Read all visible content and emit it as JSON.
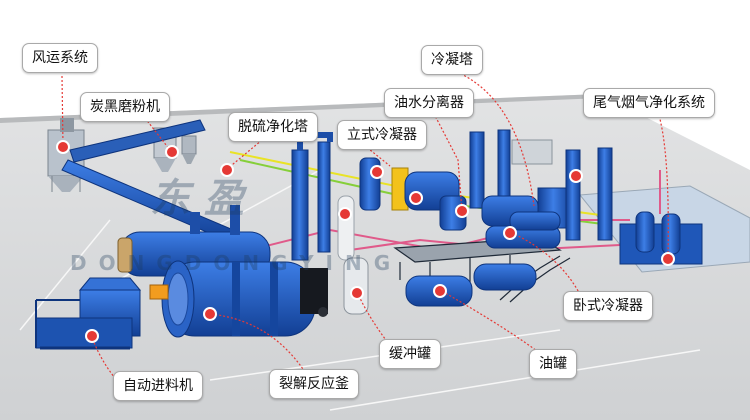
{
  "watermark": "东盈 DONGDONGYING",
  "labels": {
    "wind_transport_system": "风运系统",
    "carbon_black_grinder": "炭黑磨粉机",
    "desulfurization_tower": "脱硫净化塔",
    "vertical_condenser": "立式冷凝器",
    "oil_water_separator": "油水分离器",
    "condensing_tower": "冷凝塔",
    "tail_gas_purification": "尾气烟气净化系统",
    "horizontal_condenser": "卧式冷凝器",
    "buffer_tank": "缓冲罐",
    "oil_tank": "油罐",
    "auto_feeder": "自动进料机",
    "pyrolysis_reactor": "裂解反应釜"
  },
  "colors": {
    "equipment_blue": "#1f5fc4",
    "marker_red": "#e53935",
    "leader_line": "#e53935",
    "floor": "#d6d8da"
  }
}
